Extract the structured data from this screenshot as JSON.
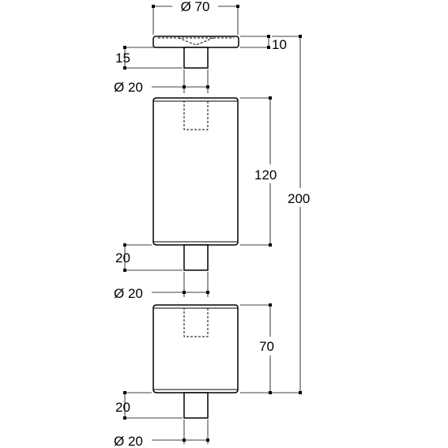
{
  "dimensions": {
    "top_diameter": "Ø 70",
    "cap_thickness": "10",
    "cap_pin_height": "15",
    "cap_pin_diameter": "Ø 20",
    "long_height": "120",
    "long_pin_height": "20",
    "long_pin_diameter": "Ø 20",
    "total_height": "200",
    "short_height": "70",
    "short_pin_height": "20",
    "short_pin_diameter": "Ø 20"
  }
}
